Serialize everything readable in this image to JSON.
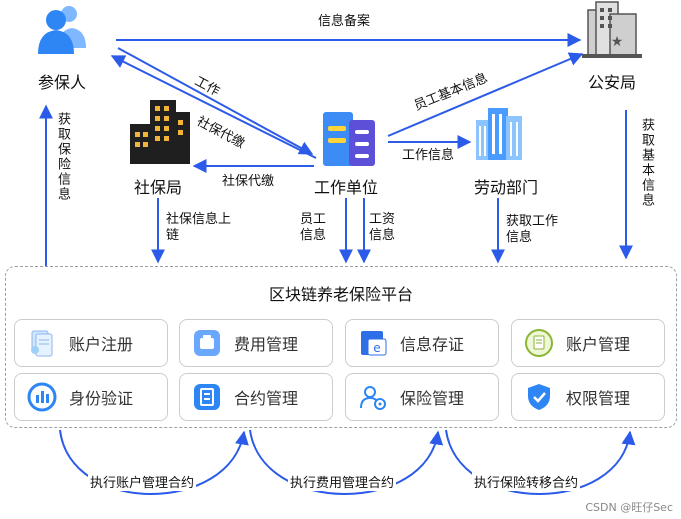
{
  "nodes": {
    "insured": "参保人",
    "police": "公安局",
    "social_security": "社保局",
    "employer": "工作单位",
    "labor": "劳动部门"
  },
  "edges": {
    "info_filing": "信息备案",
    "work": "工作",
    "ss_payment_1": "社保代缴",
    "ss_payment_2": "社保代缴",
    "employee_basic_info": "员工基本信息",
    "work_info": "工作信息",
    "get_insurance_info": "获取保险信息",
    "get_basic_info": "获取基本信息",
    "ss_info_chain": "社保信息上链",
    "employee_info": "员工信息",
    "salary_info": "工资信息",
    "get_work_info": "获取工作信息"
  },
  "platform": {
    "title": "区块链养老保险平台",
    "modules": [
      {
        "label": "账户注册",
        "icon": "register-icon"
      },
      {
        "label": "费用管理",
        "icon": "wallet-icon"
      },
      {
        "label": "信息存证",
        "icon": "evidence-icon"
      },
      {
        "label": "账户管理",
        "icon": "account-icon"
      },
      {
        "label": "身份验证",
        "icon": "chart-icon"
      },
      {
        "label": "合约管理",
        "icon": "contract-icon"
      },
      {
        "label": "保险管理",
        "icon": "insurance-user-icon"
      },
      {
        "label": "权限管理",
        "icon": "shield-icon"
      }
    ]
  },
  "contracts": {
    "account": "执行账户管理合约",
    "fee": "执行费用管理合约",
    "transfer": "执行保险转移合约"
  },
  "watermark": "CSDN @旺仔Sec",
  "colors": {
    "arrow": "#2b5be8",
    "building_dark": "#1f1f1f",
    "building_gold": "#f2b53a",
    "person": "#2e86f5"
  }
}
